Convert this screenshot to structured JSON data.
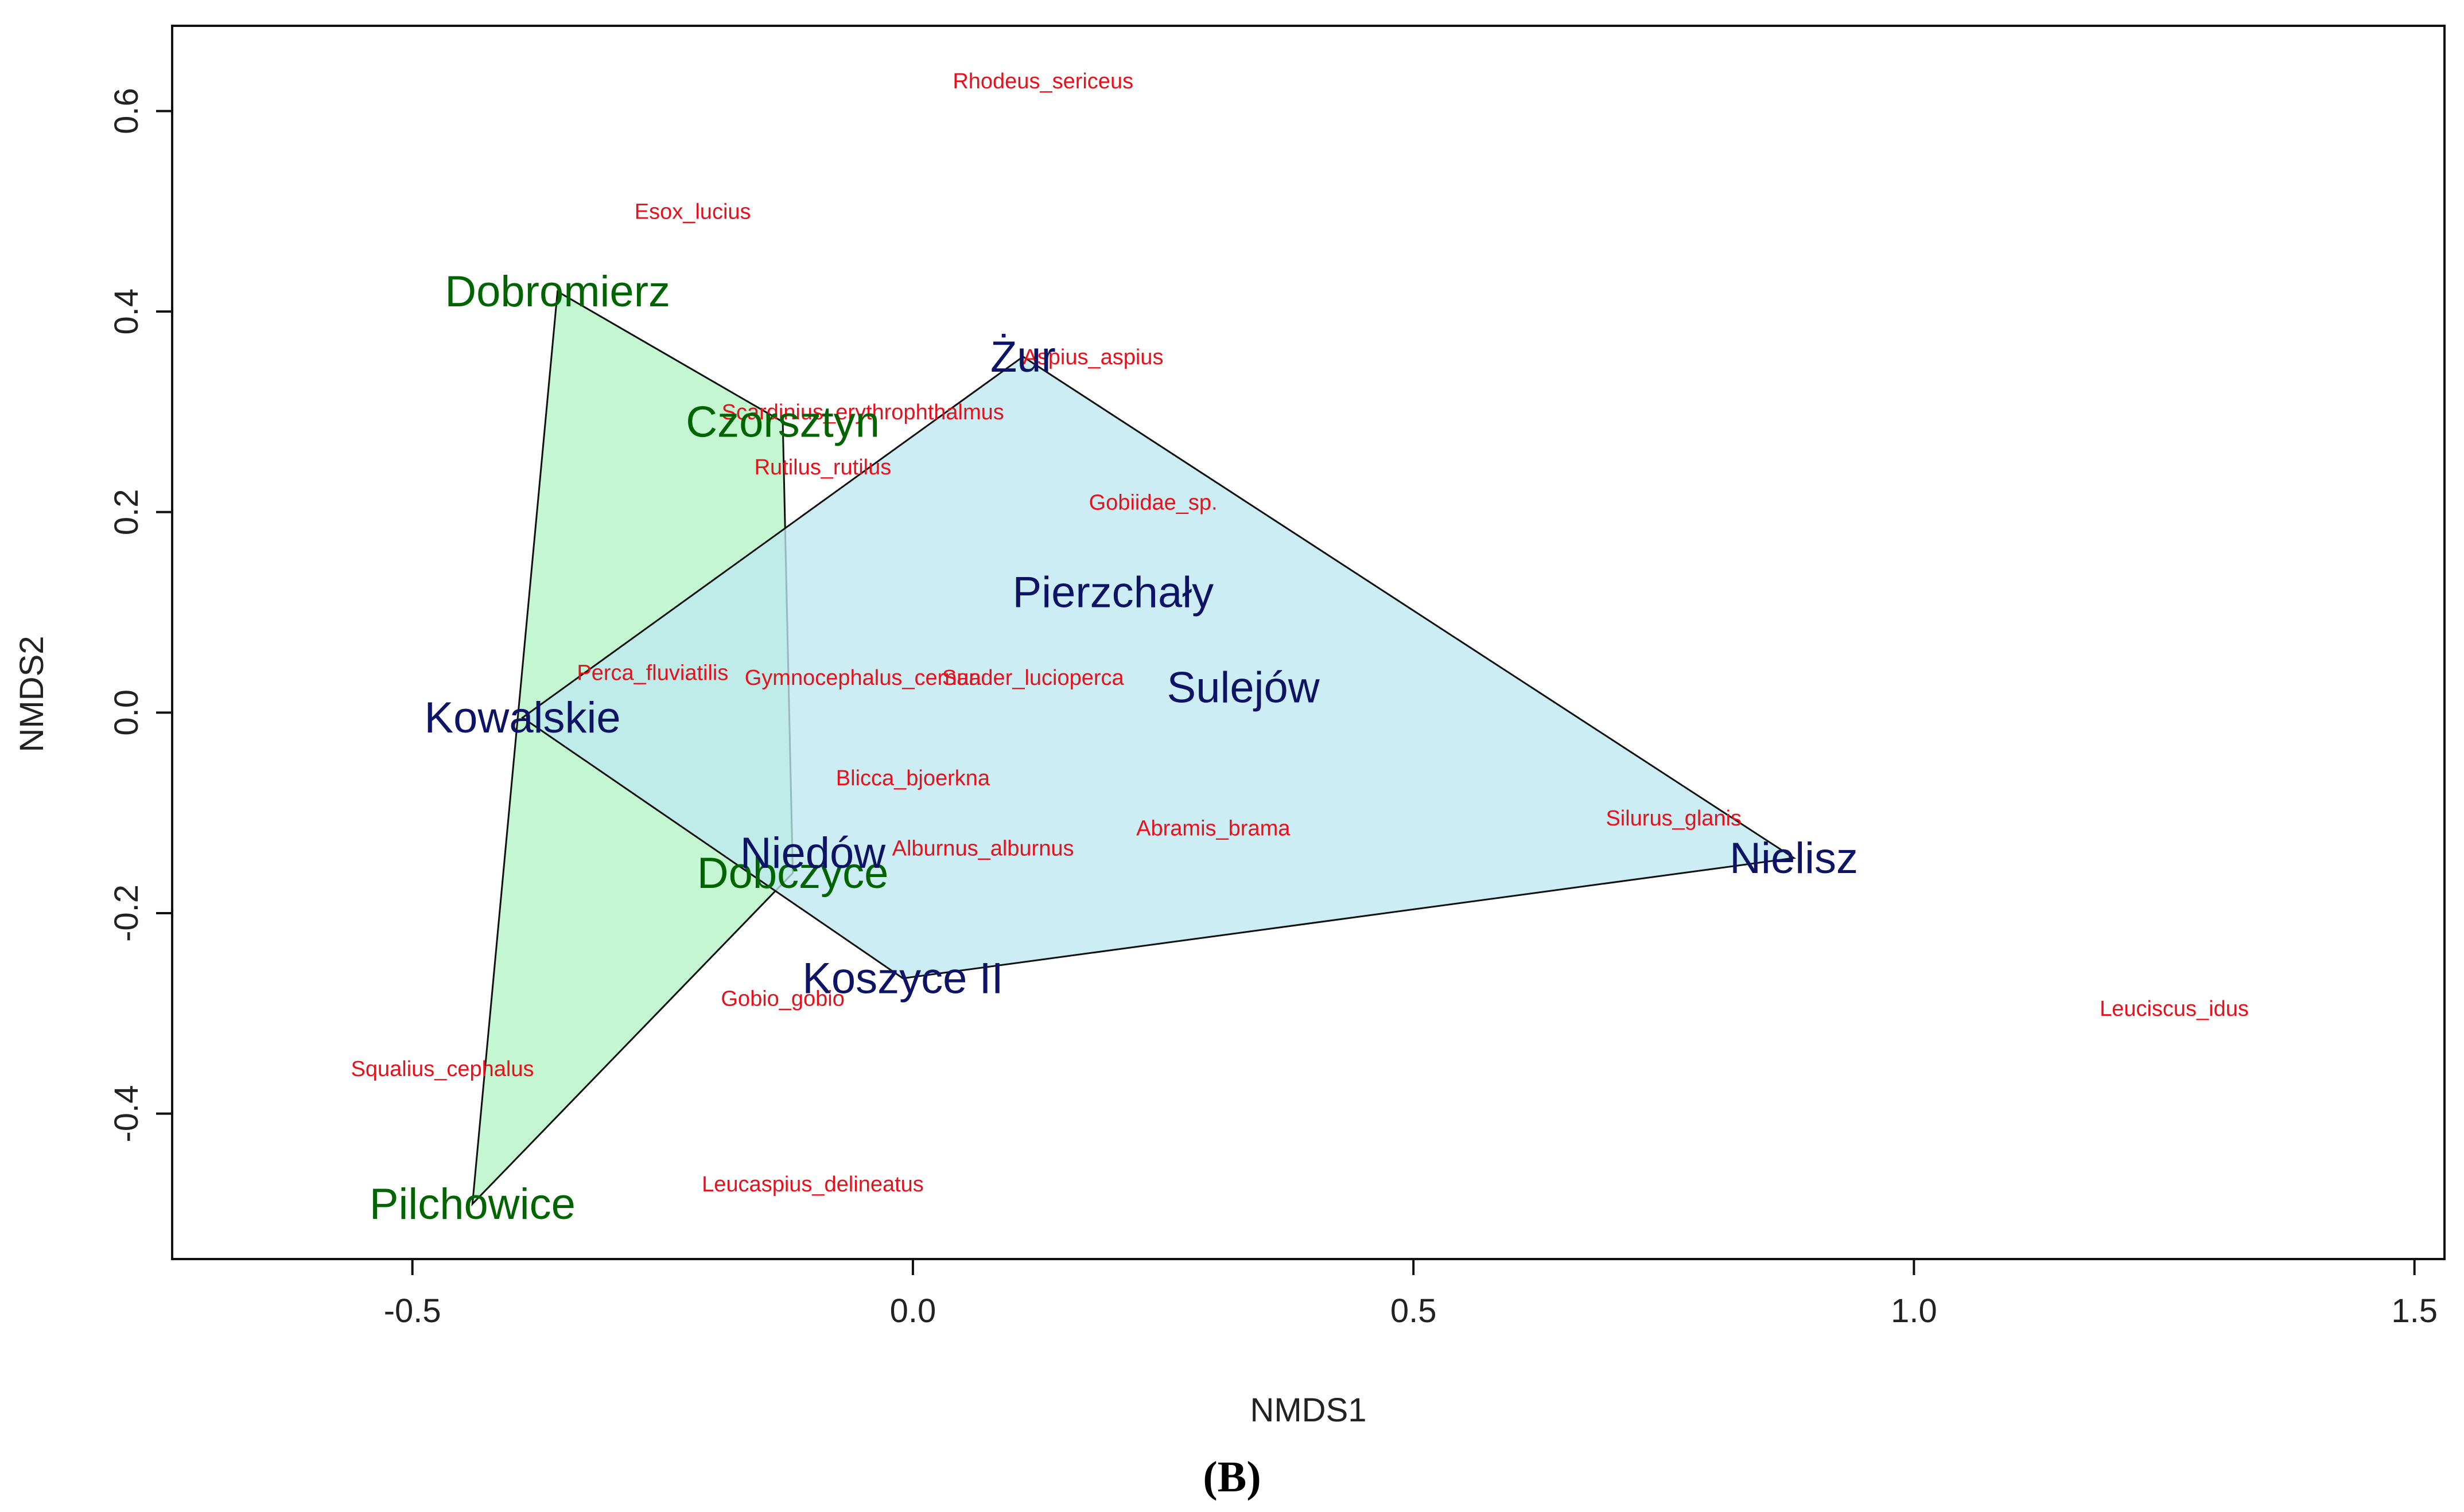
{
  "chart_data": {
    "type": "scatter",
    "xlabel": "NMDS1",
    "ylabel": "NMDS2",
    "xlim": [
      -0.74,
      1.53
    ],
    "ylim": [
      -0.545,
      0.685
    ],
    "xticks": [
      -0.5,
      0.0,
      0.5,
      1.0,
      1.5
    ],
    "xtick_labels": [
      "-0.5",
      "0.0",
      "0.5",
      "1.0",
      "1.5"
    ],
    "yticks": [
      -0.4,
      -0.2,
      0.0,
      0.2,
      0.4,
      0.6
    ],
    "ytick_labels": [
      "-0.4",
      "-0.2",
      "0.0",
      "0.2",
      "0.4",
      "0.6"
    ],
    "grid": false,
    "panel_label": "(B)",
    "groups": [
      {
        "color": "#006400",
        "fill": "#b2f4c4",
        "hull_order": [
          "Dobromierz",
          "Czorsztyn",
          "Dobczyce",
          "Pilchowice"
        ],
        "sites": [
          {
            "label": "Dobromierz",
            "x": -0.355,
            "y": 0.42
          },
          {
            "label": "Czorsztyn",
            "x": -0.13,
            "y": 0.29
          },
          {
            "label": "Dobczyce",
            "x": -0.12,
            "y": -0.16
          },
          {
            "label": "Pilchowice",
            "x": -0.44,
            "y": -0.49
          }
        ]
      },
      {
        "color": "#0d1466",
        "fill": "#bee8f0",
        "hull_order": [
          "Żur",
          "Nielisz",
          "Koszyce II",
          "Kowalskie"
        ],
        "sites": [
          {
            "label": "Żur",
            "x": 0.11,
            "y": 0.355
          },
          {
            "label": "Pierzchały",
            "x": 0.2,
            "y": 0.12
          },
          {
            "label": "Sulejów",
            "x": 0.33,
            "y": 0.025
          },
          {
            "label": "Kowalskie",
            "x": -0.39,
            "y": -0.005
          },
          {
            "label": "Niedów",
            "x": -0.1,
            "y": -0.14
          },
          {
            "label": "Nielisz",
            "x": 0.88,
            "y": -0.145
          },
          {
            "label": "Koszyce II",
            "x": -0.01,
            "y": -0.265
          }
        ]
      }
    ],
    "species": [
      {
        "label": "Rhodeus_sericeus",
        "x": 0.13,
        "y": 0.63
      },
      {
        "label": "Esox_lucius",
        "x": -0.22,
        "y": 0.5
      },
      {
        "label": "Aspius_aspius",
        "x": 0.18,
        "y": 0.355
      },
      {
        "label": "Scardinius_erythrophthalmus",
        "x": -0.05,
        "y": 0.3
      },
      {
        "label": "Rutilus_rutilus",
        "x": -0.09,
        "y": 0.245
      },
      {
        "label": "Gobiidae_sp.",
        "x": 0.24,
        "y": 0.21
      },
      {
        "label": "Perca_fluviatilis",
        "x": -0.26,
        "y": 0.04
      },
      {
        "label": "Gymnocephalus_cernua",
        "x": -0.05,
        "y": 0.035
      },
      {
        "label": "Sander_lucioperca",
        "x": 0.12,
        "y": 0.035
      },
      {
        "label": "Blicca_bjoerkna",
        "x": 0.0,
        "y": -0.065
      },
      {
        "label": "Abramis_brama",
        "x": 0.3,
        "y": -0.115
      },
      {
        "label": "Silurus_glanis",
        "x": 0.76,
        "y": -0.105
      },
      {
        "label": "Alburnus_alburnus",
        "x": 0.07,
        "y": -0.135
      },
      {
        "label": "Gobio_gobio",
        "x": -0.13,
        "y": -0.285
      },
      {
        "label": "Leuciscus_idus",
        "x": 1.26,
        "y": -0.295
      },
      {
        "label": "Squalius_cephalus",
        "x": -0.47,
        "y": -0.355
      },
      {
        "label": "Leucaspius_delineatus",
        "x": -0.1,
        "y": -0.47
      }
    ],
    "species_color": "#e8101a"
  }
}
